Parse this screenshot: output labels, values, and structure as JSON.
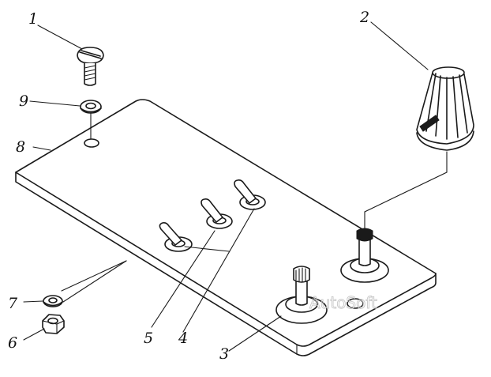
{
  "callouts": [
    {
      "id": "1",
      "label": "1"
    },
    {
      "id": "2",
      "label": "2"
    },
    {
      "id": "3",
      "label": "3"
    },
    {
      "id": "4",
      "label": "4"
    },
    {
      "id": "5",
      "label": "5"
    },
    {
      "id": "6",
      "label": "6"
    },
    {
      "id": "7",
      "label": "7"
    },
    {
      "id": "8",
      "label": "8"
    },
    {
      "id": "9",
      "label": "9"
    }
  ],
  "watermark": "AutoSoft",
  "colors": {
    "ink": "#1a1a1a",
    "background": "#ffffff",
    "watermark": "#c8c8c8"
  }
}
